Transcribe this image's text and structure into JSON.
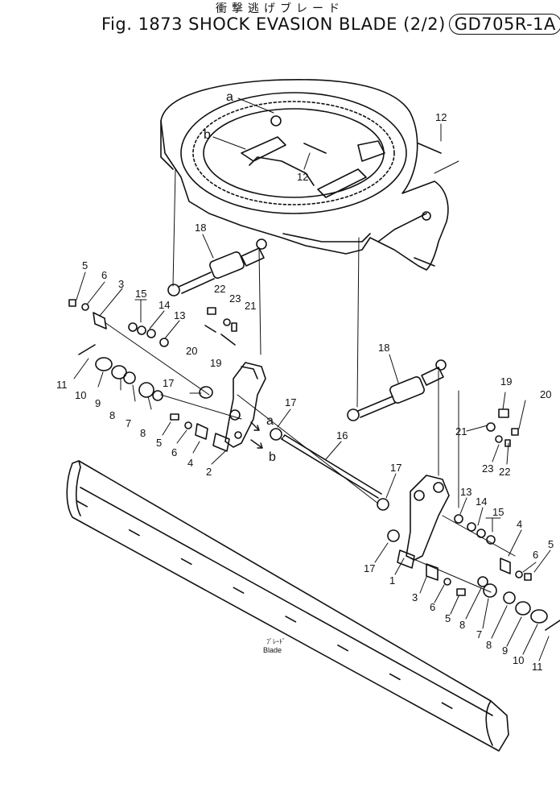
{
  "header": {
    "title_jp": "衝撃逃げブレード",
    "title_prefix": "Fig. 1873 SHOCK EVASION BLADE (2/2)",
    "title_model": "GD705R-1A"
  },
  "blade_label_jp": "ﾌﾞﾚｰﾄﾞ",
  "blade_label": "Blade",
  "callouts": [
    {
      "id": "a_top",
      "text": "a"
    },
    {
      "id": "b_top",
      "text": "b"
    },
    {
      "id": "a_mid",
      "text": "a"
    },
    {
      "id": "b_mid",
      "text": "b"
    },
    {
      "id": "p12_a",
      "text": "12"
    },
    {
      "id": "p12_b",
      "text": "12"
    },
    {
      "id": "p18_l",
      "text": "18"
    },
    {
      "id": "p18_r",
      "text": "18"
    },
    {
      "id": "p5_l",
      "text": "5"
    },
    {
      "id": "p6_l",
      "text": "6"
    },
    {
      "id": "p3_l",
      "text": "3"
    },
    {
      "id": "p15_l",
      "text": "15"
    },
    {
      "id": "p14_l",
      "text": "14"
    },
    {
      "id": "p13_l",
      "text": "13"
    },
    {
      "id": "p22_l",
      "text": "22"
    },
    {
      "id": "p23_l",
      "text": "23"
    },
    {
      "id": "p21_l",
      "text": "21"
    },
    {
      "id": "p20_l",
      "text": "20"
    },
    {
      "id": "p19_l",
      "text": "19"
    },
    {
      "id": "p11_l",
      "text": "11"
    },
    {
      "id": "p10_l",
      "text": "10"
    },
    {
      "id": "p9_l",
      "text": "9"
    },
    {
      "id": "p8_l",
      "text": "8"
    },
    {
      "id": "p7_l",
      "text": "7"
    },
    {
      "id": "p8b_l",
      "text": "8"
    },
    {
      "id": "p17_a",
      "text": "17"
    },
    {
      "id": "p17_b",
      "text": "17"
    },
    {
      "id": "p5b_l",
      "text": "5"
    },
    {
      "id": "p6b_l",
      "text": "6"
    },
    {
      "id": "p4_l",
      "text": "4"
    },
    {
      "id": "p2_l",
      "text": "2"
    },
    {
      "id": "p16",
      "text": "16"
    },
    {
      "id": "p17_c",
      "text": "17"
    },
    {
      "id": "p17_d",
      "text": "17"
    },
    {
      "id": "p19_r",
      "text": "19"
    },
    {
      "id": "p20_r",
      "text": "20"
    },
    {
      "id": "p21_r",
      "text": "21"
    },
    {
      "id": "p23_r",
      "text": "23"
    },
    {
      "id": "p22_r",
      "text": "22"
    },
    {
      "id": "p13_r",
      "text": "13"
    },
    {
      "id": "p14_r",
      "text": "14"
    },
    {
      "id": "p15_r",
      "text": "15"
    },
    {
      "id": "p4_r",
      "text": "4"
    },
    {
      "id": "p6_r",
      "text": "6"
    },
    {
      "id": "p5_r",
      "text": "5"
    },
    {
      "id": "p1",
      "text": "1"
    },
    {
      "id": "p3_r",
      "text": "3"
    },
    {
      "id": "p6b_r",
      "text": "6"
    },
    {
      "id": "p5b_r",
      "text": "5"
    },
    {
      "id": "p8_r",
      "text": "8"
    },
    {
      "id": "p7_r",
      "text": "7"
    },
    {
      "id": "p8b_r",
      "text": "8"
    },
    {
      "id": "p9_r",
      "text": "9"
    },
    {
      "id": "p10_r",
      "text": "10"
    },
    {
      "id": "p11_r",
      "text": "11"
    }
  ]
}
